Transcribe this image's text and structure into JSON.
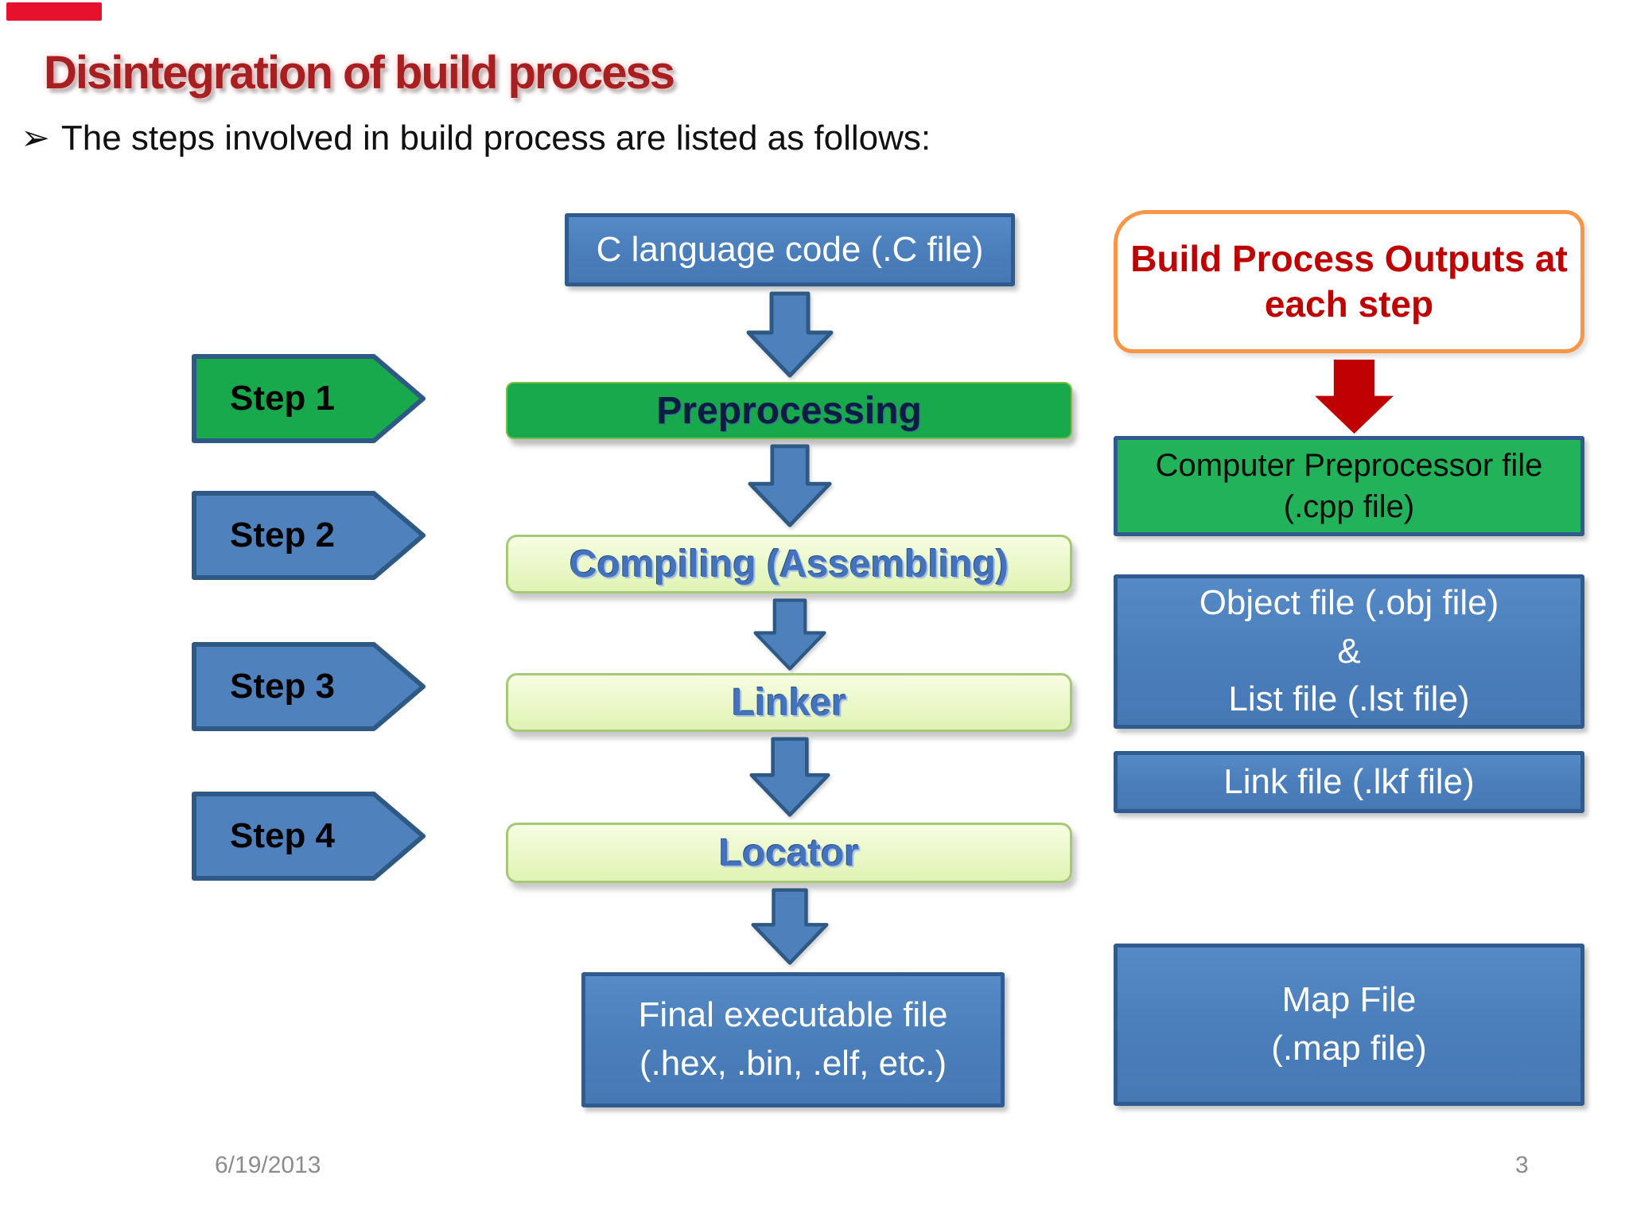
{
  "slide": {
    "title": "Disintegration of build process",
    "bullet_marker": "➢",
    "bullet_text": "The steps involved in build process are listed as follows:",
    "footer_date": "6/19/2013",
    "page_number": "3"
  },
  "flow": {
    "source_box": "C language code (.C file)",
    "steps": [
      {
        "label": "Step 1",
        "process": "Preprocessing"
      },
      {
        "label": "Step 2",
        "process": "Compiling (Assembling)"
      },
      {
        "label": "Step 3",
        "process": "Linker"
      },
      {
        "label": "Step 4",
        "process": "Locator"
      }
    ],
    "result": {
      "line1": "Final executable file",
      "line2": "(.hex, .bin, .elf, etc.)"
    }
  },
  "outputs": {
    "header": {
      "line1": "Build Process Outputs at",
      "line2": "each step"
    },
    "preprocessor_file": {
      "line1": "Computer Preprocessor file",
      "line2": "(.cpp file)"
    },
    "object_file": {
      "line1": "Object file (.obj file)",
      "line2": "&",
      "line3": "List file (.lst file)"
    },
    "link_file": {
      "line1": "Link file (.lkf file)"
    },
    "map_file": {
      "line1": "Map File",
      "line2": "(.map file)"
    }
  },
  "colors": {
    "title_red": "#a81f22",
    "accent_red": "#c00000",
    "orange_border": "#f79646",
    "box_blue": "#4a7ebb",
    "box_blue_border": "#2f5b8e",
    "process_green": "#17a94c",
    "output_green": "#21b25a",
    "pale_green": "#eaf8c8",
    "footer_gray": "#8c8c8c"
  }
}
